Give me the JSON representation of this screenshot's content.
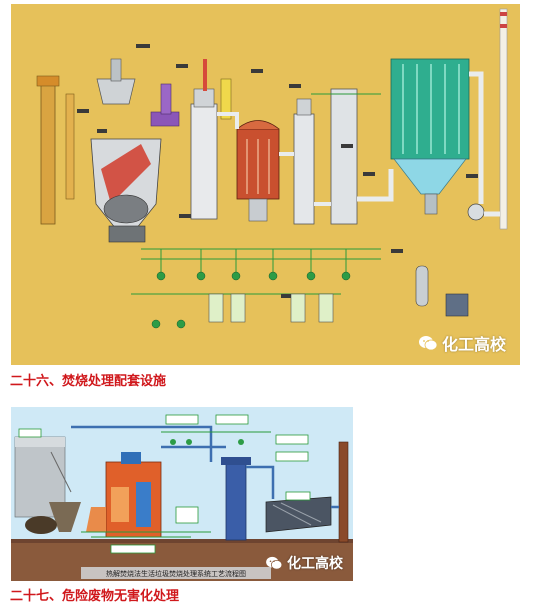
{
  "figure1": {
    "watermark": "化工高校"
  },
  "caption1": "二十六、焚烧处理配套设施",
  "figure2": {
    "title": "热解焚烧法生活垃圾焚烧处理系统工艺流程图",
    "watermark": "化工高校"
  },
  "caption2": "二十七、危险废物无害化处理",
  "colors": {
    "caption": "#d0181c",
    "diagram1_bg": "#e6c15a",
    "diagram2_sky": "#cfe9f6"
  }
}
